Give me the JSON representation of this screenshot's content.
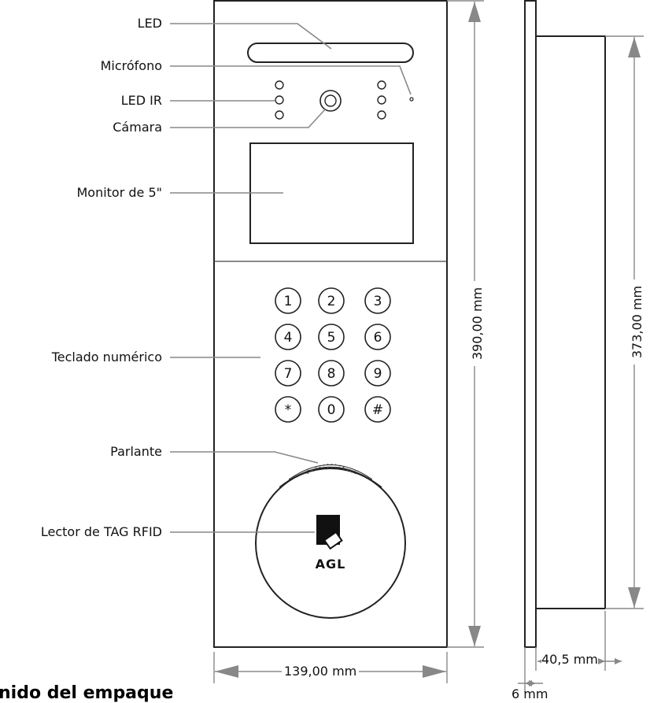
{
  "labels": {
    "led": "LED",
    "microfono": "Micrófono",
    "led_ir": "LED IR",
    "camara": "Cámara",
    "monitor": "Monitor de 5\"",
    "teclado": "Teclado numérico",
    "parlante": "Parlante",
    "lector": "Lector de TAG RFID"
  },
  "dimensions": {
    "front_height": "390,00 mm",
    "front_width": "139,00 mm",
    "side_height": "373,00 mm",
    "side_depth": "40,5 mm",
    "panel_thickness": "6 mm"
  },
  "keypad": [
    "1",
    "2",
    "3",
    "4",
    "5",
    "6",
    "7",
    "8",
    "9",
    "*",
    "0",
    "#"
  ],
  "brand": "AGL",
  "footer_heading": "nido del empaque"
}
